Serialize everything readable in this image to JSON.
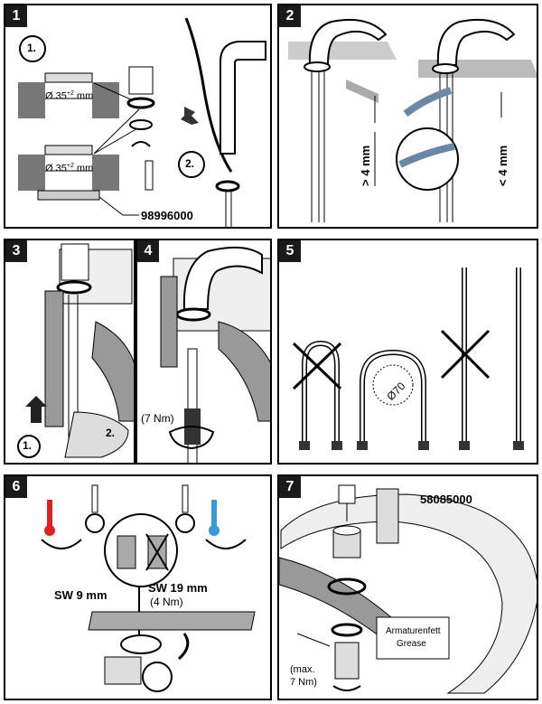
{
  "panels": [
    {
      "number": "1"
    },
    {
      "number": "2"
    },
    {
      "number": "3"
    },
    {
      "number": "4"
    },
    {
      "number": "5"
    },
    {
      "number": "6"
    },
    {
      "number": "7"
    }
  ],
  "p1": {
    "step1": "1.",
    "step2": "2.",
    "diameter_top": "Ø 35",
    "tol": "+2",
    "mm": "mm",
    "diameter_bottom": "Ø 35",
    "part_no": "98996000"
  },
  "p2": {
    "gt": "> 4 mm",
    "lt": "< 4 mm"
  },
  "p3": {
    "step1": "1.",
    "step2": "2."
  },
  "p4": {
    "torque": "(7 Nm)"
  },
  "p5": {
    "diameter": "Ø70"
  },
  "p6": {
    "sw9": "SW 9 mm",
    "sw19": "SW 19 mm",
    "sw19_torque": "(4 Nm)"
  },
  "p7": {
    "part_no": "58085000",
    "grease_de": "Armaturenfett",
    "grease_en": "Grease",
    "max": "(max.",
    "torque": "7 Nm)"
  }
}
